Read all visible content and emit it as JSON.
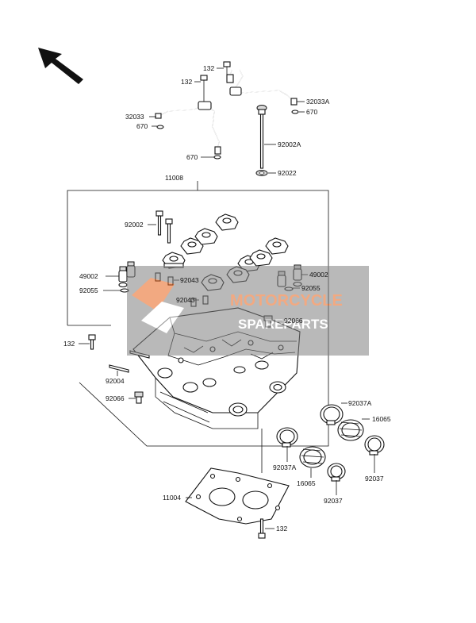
{
  "parts": {
    "p132_a": "132",
    "p132_b": "132",
    "p32033": "32033",
    "p670_a": "670",
    "p670_b": "670",
    "p32033a": "32033A",
    "p670_c": "670",
    "p92002a": "92002A",
    "p92022": "92022",
    "p11008": "11008",
    "p92002": "92002",
    "p49002_l": "49002",
    "p49002_r": "49002",
    "p92043_a": "92043",
    "p92043_b": "92043",
    "p92055_l": "92055",
    "p92055_r": "92055",
    "p92066_a": "92066",
    "p132_c": "132",
    "p92004": "92004",
    "p92066_b": "92066",
    "p92037a_a": "92037A",
    "p16065_a": "16065",
    "p92037a_b": "92037A",
    "p16065_b": "16065",
    "p92037_a": "92037",
    "p92037_b": "92037",
    "p11004": "11004",
    "p132_d": "132"
  },
  "watermark": {
    "line1": "MOTORCYCLE",
    "line2": "SPAREPARTS",
    "accent_color": "#e8641c",
    "box_color": "#808080"
  },
  "icons": {
    "direction_arrow": "arrow-up-left-icon"
  }
}
